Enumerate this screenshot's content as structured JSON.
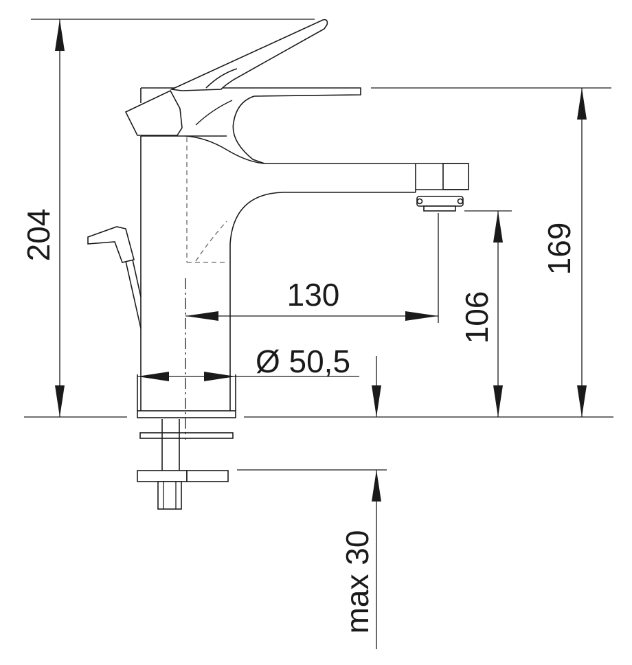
{
  "dimensions": {
    "total_height": "204",
    "spout_height": "169",
    "spout_outlet_height": "106",
    "spout_reach": "130",
    "base_diameter": "Ø 50,5",
    "max_deck_thickness": "max 30"
  }
}
